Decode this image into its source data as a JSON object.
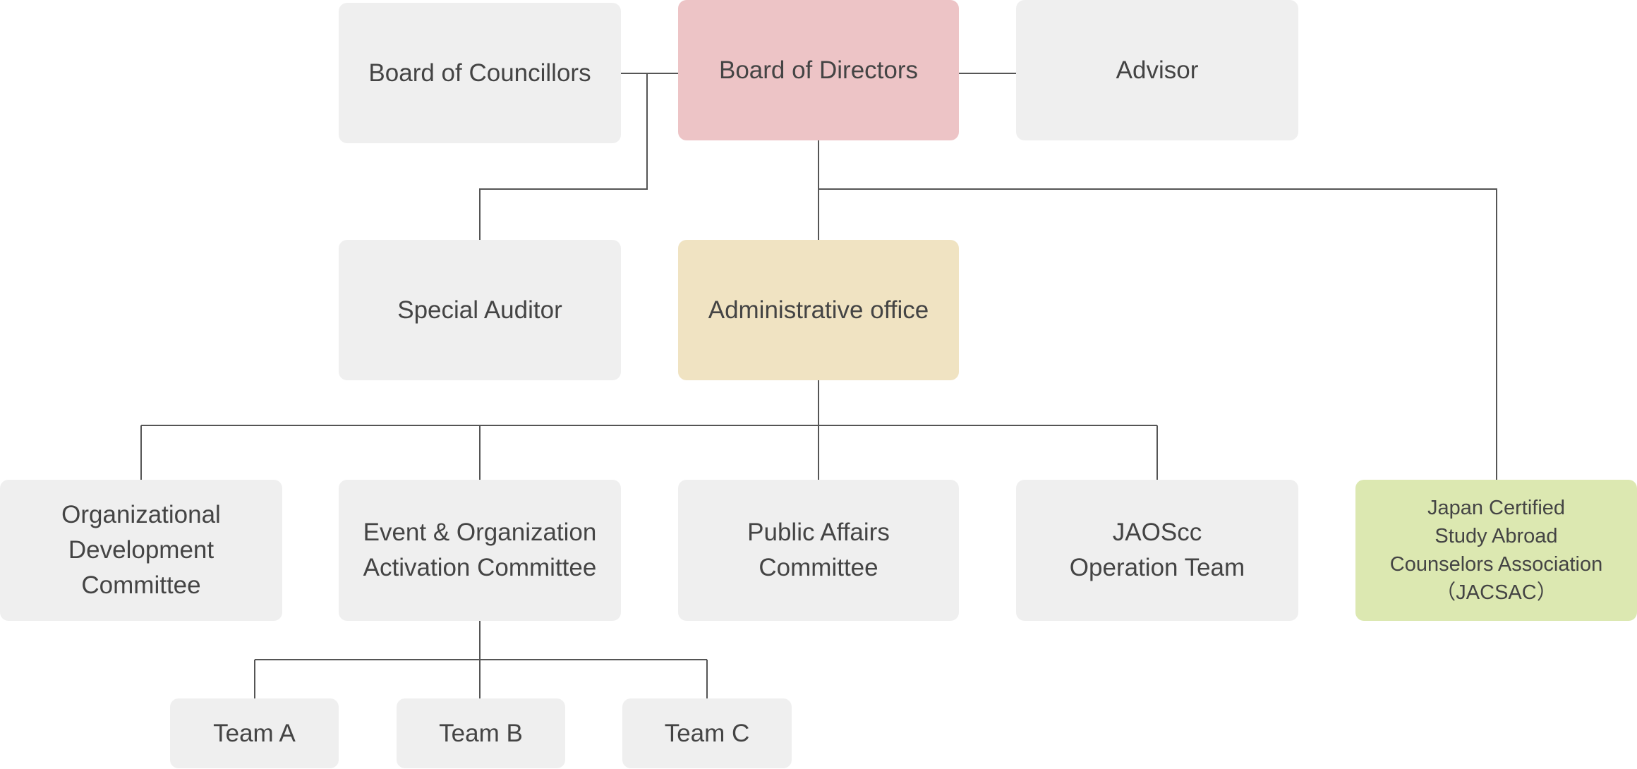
{
  "colors": {
    "default_box": "#efefef",
    "board_of_directors": "#edc4c6",
    "administrative_office": "#f0e3c2",
    "jacsac": "#dce8b1",
    "connector": "#555555",
    "text": "#444444"
  },
  "nodes": {
    "board_of_councillors": {
      "lines": [
        "Board of Councillors"
      ]
    },
    "board_of_directors": {
      "lines": [
        "Board of Directors"
      ]
    },
    "advisor": {
      "lines": [
        "Advisor"
      ]
    },
    "special_auditor": {
      "lines": [
        "Special Auditor"
      ]
    },
    "administrative_office": {
      "lines": [
        "Administrative office"
      ]
    },
    "organizational_development_committee": {
      "lines": [
        "Organizational",
        "Development",
        "Committee"
      ]
    },
    "event_organization_activation_committee": {
      "lines": [
        "Event & Organization",
        "Activation Committee"
      ]
    },
    "public_affairs_committee": {
      "lines": [
        "Public Affairs",
        "Committee"
      ]
    },
    "jaoscc_operation_team": {
      "lines": [
        "JAOScc",
        "Operation Team"
      ]
    },
    "jacsac": {
      "lines": [
        "Japan Certified",
        "Study Abroad",
        "Counselors Association",
        "（JACSAC）"
      ]
    },
    "team_a": {
      "lines": [
        "Team A"
      ]
    },
    "team_b": {
      "lines": [
        "Team B"
      ]
    },
    "team_c": {
      "lines": [
        "Team C"
      ]
    }
  },
  "edges": [
    {
      "from": "board_of_directors",
      "to": "board_of_councillors"
    },
    {
      "from": "board_of_directors",
      "to": "advisor"
    },
    {
      "from": "board_of_directors",
      "to": "special_auditor"
    },
    {
      "from": "board_of_directors",
      "to": "administrative_office"
    },
    {
      "from": "board_of_directors",
      "to": "jacsac"
    },
    {
      "from": "administrative_office",
      "to": "organizational_development_committee"
    },
    {
      "from": "administrative_office",
      "to": "event_organization_activation_committee"
    },
    {
      "from": "administrative_office",
      "to": "public_affairs_committee"
    },
    {
      "from": "administrative_office",
      "to": "jaoscc_operation_team"
    },
    {
      "from": "event_organization_activation_committee",
      "to": "team_a"
    },
    {
      "from": "event_organization_activation_committee",
      "to": "team_b"
    },
    {
      "from": "event_organization_activation_committee",
      "to": "team_c"
    }
  ]
}
